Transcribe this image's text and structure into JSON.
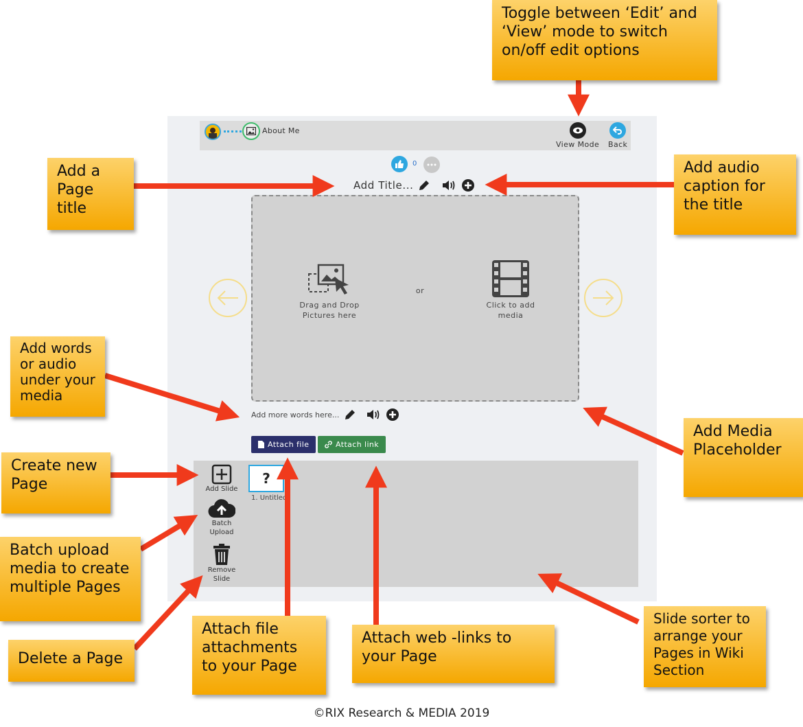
{
  "header": {
    "breadcrumb_page": "About Me",
    "view_mode_label": "View Mode",
    "back_label": "Back"
  },
  "likes": {
    "count": "0"
  },
  "page": {
    "title_placeholder": "Add Title...",
    "caption_placeholder": "Add more words here...",
    "media": {
      "drag_drop_label": "Drag and Drop Pictures here",
      "or_label": "or",
      "click_add_label": "Click to add media"
    },
    "attach_file_label": "Attach file",
    "attach_link_label": "Attach link"
  },
  "sorter": {
    "add_slide_label": "Add Slide",
    "batch_upload_label": "Batch Upload",
    "remove_slide_label": "Remove Slide",
    "slides": [
      {
        "label": "1. Untitled",
        "glyph": "?"
      }
    ]
  },
  "callouts": {
    "toggle_mode": "Toggle between ‘Edit’ and ‘View’ mode to switch on/off edit options",
    "page_title": "Add a Page title",
    "audio_caption": "Add audio caption for the title",
    "words_audio": "Add words or audio under your media",
    "create_page": "Create new Page",
    "batch_upload": "Batch upload media to create multiple Pages",
    "delete_page": "Delete a Page",
    "attach_file": "Attach file attachments to your Page",
    "attach_links": "Attach web -links to your Page",
    "media_placeholder": "Add Media Placeholder",
    "slide_sorter": "Slide sorter to arrange your Pages in Wiki Section"
  },
  "footer": {
    "copyright": "©RIX  Research & MEDIA 2019"
  },
  "colors": {
    "attach_file_bg": "#2b2f6b",
    "attach_link_bg": "#3a8a4c",
    "callout_top": "#fdd26a",
    "callout_bottom": "#f5a700",
    "arrow": "#f03a1c",
    "accent_blue": "#2ea7e0"
  }
}
